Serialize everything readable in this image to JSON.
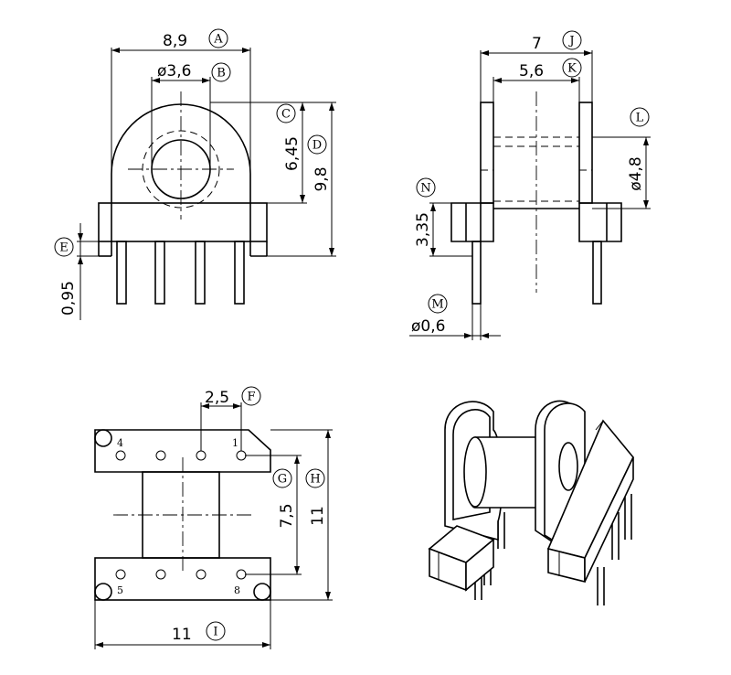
{
  "dims": {
    "A": "8,9",
    "B": "ø3,6",
    "D": "9,8",
    "C": "6,45",
    "E": "0,95",
    "J": "7",
    "K": "5,6",
    "L": "ø4,8",
    "N": "3,35",
    "M": "ø0,6",
    "F": "2,5",
    "G": "7,5",
    "H": "11",
    "I": "11"
  },
  "markers": {
    "A": "A",
    "B": "B",
    "C": "C",
    "D": "D",
    "E": "E",
    "J": "J",
    "K": "K",
    "L": "L",
    "M": "M",
    "N": "N",
    "F": "F",
    "G": "G",
    "H": "H",
    "I": "I"
  },
  "pins": {
    "p1": "1",
    "p4": "4",
    "p5": "5",
    "p8": "8"
  }
}
